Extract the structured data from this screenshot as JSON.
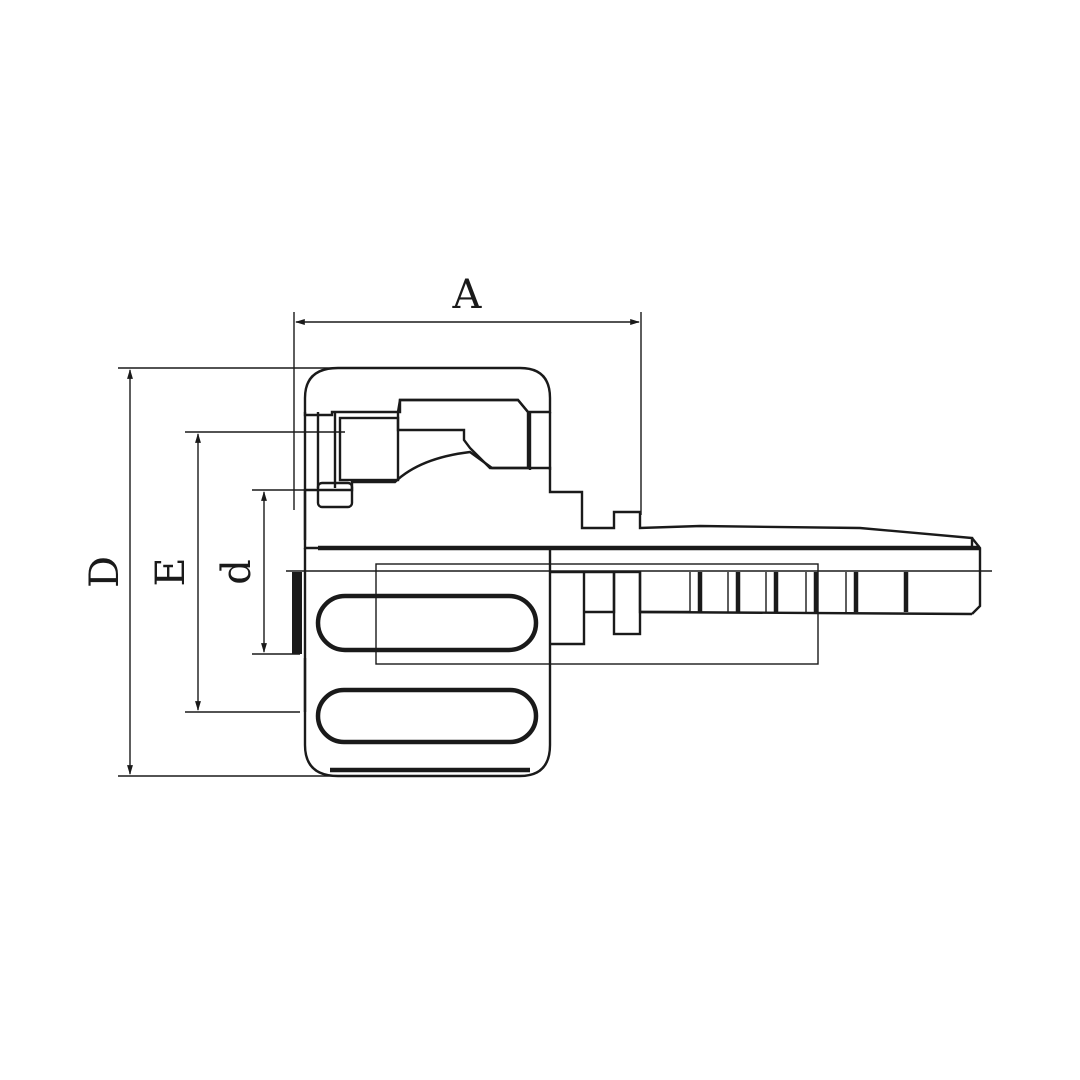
{
  "dimensions": {
    "A": "A",
    "D": "D",
    "E": "E",
    "d": "d"
  }
}
